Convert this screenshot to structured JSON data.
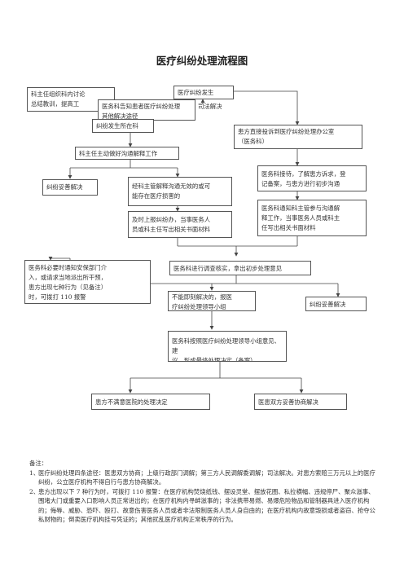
{
  "title": "医疗纠纷处理流程图",
  "boxes": {
    "dept_summary": "科主任组织科内讨论\n总结教训，提高工",
    "dispute_occurs": "医疗纠纷发生",
    "notify_patient": "医务科告知患者医疗纠纷处理\n其他解决途径",
    "legal_suffix": "司法解决",
    "dispute_dept": "纠纷发生所在科",
    "direct_complaint": "患方直接投诉到医疗纠纷处理办公室\n（医务科）",
    "director_communicate": "科主任主动做好沟通解释工作",
    "resolved_left": "纠纷妥善解决",
    "supervisor_fail": "经科主管解释沟通无效的或可\n能存在医疗损害的",
    "med_office_receive": "医务科接待，了解患方诉求，登\n记备案，与患方进行初步沟通",
    "report_timely": "及时上报纠纷办，当事医务人\n员或科主任写出相关书面材料",
    "notify_director": "医务科通知科主管参与沟通解\n释工作，当事医务人员或科主\n任写出相关书面材料",
    "investigate": "医务科进行调查核实，拿出初步处理意见",
    "security_police": "医务科必要时通知安保部门介\n入，或请求当地派出所干预，\n患方出现七种行为（见备注）\n时，可拨打 110 报警",
    "unresolved": "不能即刻解决的，报医\n疗纠纷处理领导小组",
    "resolved_right": "纠纷妥善解决",
    "final_decision": "医务科按照医疗纠纷处理领导小组意见、建\n议，形成最终处理决定（备案）",
    "dissatisfied": "患方不满意医院的处理决定",
    "mutual_agreement": "医患双方妥善协商解决"
  },
  "notes": {
    "heading": "备注：",
    "items": [
      {
        "num": "1、",
        "text": "医疗纠纷处理四条途径：医患双方协商；上级行政部门调解；第三方人民调解委调解；司法解决。对患方索赔三万元以上的医疗纠纷，公立医疗机构不得自行与患方协商解决。"
      },
      {
        "num": "2、",
        "text": "患方出现以下 7 种行为时，可拨打 110 报警：在医疗机构焚烧纸钱、摆设灵堂、摆放花圈、私拉横幅、违规停尸、聚众滋事、围堵大门或重要入口影响人员正常进出的；在医疗机构内寻衅滋事的；非法携带易燃、易爆危险物品和管制器具进入医疗机构的；侮辱、威胁、恐吓、殴打、故意伤害医务人员或者非法限制医务人员人身自由的；在医疗机构内故意毁损或者盗窃、抢夺公私财物的；倒卖医疗机构挂号凭证的；其他扰乱医疗机构正常秩序的行为。"
      }
    ]
  }
}
